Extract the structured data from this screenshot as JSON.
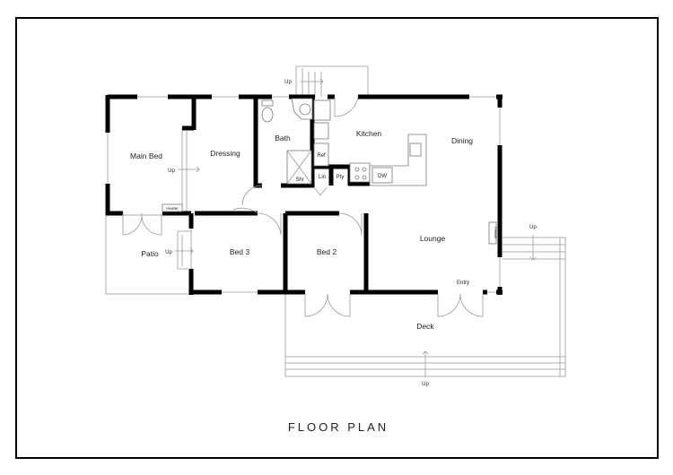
{
  "title": "FLOOR PLAN",
  "rooms": {
    "main_bed": "Main Bed",
    "dressing": "Dressing",
    "bath": "Bath",
    "kitchen": "Kitchen",
    "dining": "Dining",
    "lounge": "Lounge",
    "bed2": "Bed 2",
    "bed3": "Bed 3",
    "patio": "Patio",
    "deck": "Deck"
  },
  "fixtures": {
    "shower": "Shr",
    "ref": "Ref",
    "linen": "Lin",
    "pantry": "Pty",
    "dishwasher": "DW",
    "heater_main": "Heater",
    "heater_lounge": "Heater",
    "entry": "Entry"
  },
  "stairs": {
    "top": "Up",
    "main_bed": "Up",
    "patio": "Up",
    "right": "Up",
    "deck": "Up"
  }
}
